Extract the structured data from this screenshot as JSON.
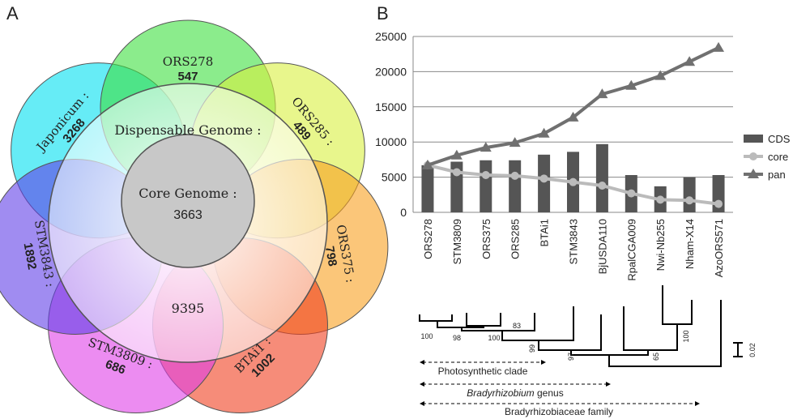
{
  "panels": {
    "a": "A",
    "b": "B"
  },
  "venn": {
    "core_label": "Core Genome :",
    "core_value": "3663",
    "dispensable_label": "Dispensable Genome :",
    "dispensable_value": "9395",
    "petals": [
      {
        "name": "Japonicum :",
        "value": "3268",
        "color": "#00e0f0"
      },
      {
        "name": "ORS278",
        "value": "547",
        "color": "#3ee040"
      },
      {
        "name": "ORS285 :",
        "value": "489",
        "color": "#d8f040"
      },
      {
        "name": "ORS375 :",
        "value": "798",
        "color": "#f8a020"
      },
      {
        "name": "BTAi1 :",
        "value": "1002",
        "color": "#f04020"
      },
      {
        "name": "STM3809 :",
        "value": "686",
        "color": "#e040e8"
      },
      {
        "name": "STM3843 :",
        "value": "1892",
        "color": "#6040e8"
      }
    ]
  },
  "chart_data": {
    "type": "bar",
    "categories": [
      "ORS278",
      "STM3809",
      "ORS375",
      "ORS285",
      "BTAi1",
      "STM3843",
      "BjUSDA110",
      "RpalCGA009",
      "Nwi-Nb255",
      "Nham-X14",
      "AzoORS571"
    ],
    "series": [
      {
        "name": "CDS",
        "type": "bar",
        "color": "#555555",
        "values": [
          6700,
          7200,
          7400,
          7400,
          8200,
          8600,
          9700,
          5300,
          3700,
          5000,
          5300
        ]
      },
      {
        "name": "core",
        "type": "line",
        "color": "#bbbbbb",
        "values": [
          6700,
          5700,
          5300,
          5200,
          4800,
          4300,
          3800,
          2700,
          1800,
          1700,
          1200
        ]
      },
      {
        "name": "pan",
        "type": "line",
        "color": "#707070",
        "values": [
          6700,
          8100,
          9200,
          9900,
          11200,
          13500,
          16800,
          18000,
          19400,
          21400,
          23400
        ]
      }
    ],
    "ylim": [
      0,
      25000
    ],
    "yticks": [
      "0",
      "5000",
      "10000",
      "15000",
      "20000",
      "25000"
    ],
    "legend": "right",
    "grid": true
  },
  "tree": {
    "bootstrap": [
      "100",
      "98",
      "100",
      "83",
      "99",
      "97",
      "65",
      "100"
    ],
    "scale": "0.02",
    "clades": {
      "photosynthetic": "Photosynthetic clade",
      "genus_italic": "Bradyrhizobium",
      "genus_rest": " genus",
      "family": "Bradyrhizobiaceae family"
    }
  }
}
